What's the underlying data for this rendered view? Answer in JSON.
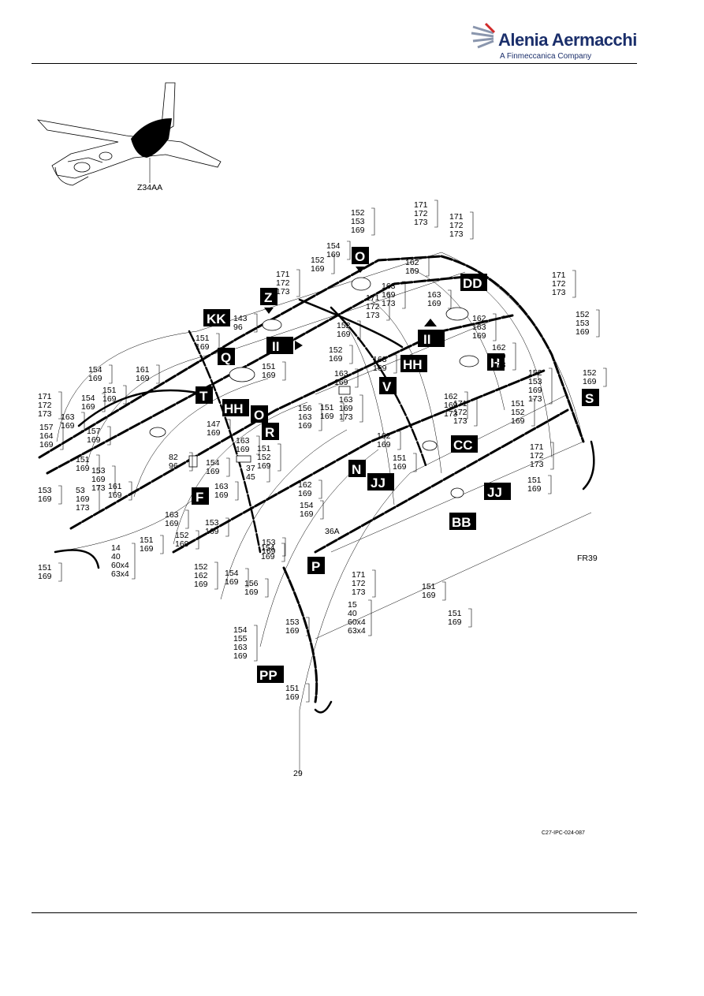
{
  "header": {
    "brand": "Alenia Aermacchi",
    "subtitle": "A Finmeccanica Company"
  },
  "locator": {
    "label": "Z34AA"
  },
  "frames": {
    "fwd": "29",
    "aft": "FR39",
    "mid": "36A"
  },
  "figure_ref": "C27-IPC-024-087",
  "callouts": [
    {
      "text": "152\n153\n169"
    },
    {
      "text": "171\n172\n173"
    },
    {
      "text": "171\n172\n173"
    },
    {
      "text": "154\n169"
    },
    {
      "text": "152\n169"
    },
    {
      "text": "162\n169"
    },
    {
      "text": "171\n172\n173"
    },
    {
      "text": "163\n169\n173"
    },
    {
      "text": "171\n172\n173"
    },
    {
      "text": "163\n169"
    },
    {
      "text": "171\n172\n173"
    },
    {
      "text": "152\n153\n169"
    },
    {
      "text": "143\n96"
    },
    {
      "text": "152\n169"
    },
    {
      "text": "162\n163\n169"
    },
    {
      "text": "151\n169"
    },
    {
      "text": "152\n169"
    },
    {
      "text": "162\n169\n173"
    },
    {
      "text": "163\n169"
    },
    {
      "text": "152\n153\n169\n173"
    },
    {
      "text": "152\n169"
    },
    {
      "text": "154\n169"
    },
    {
      "text": "161\n169"
    },
    {
      "text": "151\n169"
    },
    {
      "text": "163\n169"
    },
    {
      "text": "162\n169\n173"
    },
    {
      "text": "154\n169"
    },
    {
      "text": "151\n169"
    },
    {
      "text": "151\n152\n169"
    },
    {
      "text": "171\n172\n173"
    },
    {
      "text": "171\n172\n173"
    },
    {
      "text": "163\n169"
    },
    {
      "text": "156\n163\n169"
    },
    {
      "text": "163\n169\n173"
    },
    {
      "text": "157\n164\n169"
    },
    {
      "text": "157\n169"
    },
    {
      "text": "147\n169"
    },
    {
      "text": "151\n169"
    },
    {
      "text": "162\n169"
    },
    {
      "text": "171\n172\n173"
    },
    {
      "text": "163\n169"
    },
    {
      "text": "82\n96"
    },
    {
      "text": "154\n169"
    },
    {
      "text": "151\n152\n169"
    },
    {
      "text": "151\n169"
    },
    {
      "text": "151\n169"
    },
    {
      "text": "153\n169\n173"
    },
    {
      "text": "161\n169"
    },
    {
      "text": "37\n45"
    },
    {
      "text": "151\n169"
    },
    {
      "text": "153\n169"
    },
    {
      "text": "53\n169\n173"
    },
    {
      "text": "163\n169"
    },
    {
      "text": "162\n169"
    },
    {
      "text": "154\n169"
    },
    {
      "text": "163\n169"
    },
    {
      "text": "153\n169"
    },
    {
      "text": "152\n169"
    },
    {
      "text": "153\n169"
    },
    {
      "text": "14\n40\n60x4\n63x4"
    },
    {
      "text": "151\n169"
    },
    {
      "text": "154\n169"
    },
    {
      "text": "151\n169"
    },
    {
      "text": "152\n162\n169"
    },
    {
      "text": "154\n169"
    },
    {
      "text": "156\n169"
    },
    {
      "text": "171\n172\n173"
    },
    {
      "text": "151\n169"
    },
    {
      "text": "15\n40\n60x4\n63x4"
    },
    {
      "text": "153\n169"
    },
    {
      "text": "151\n169"
    },
    {
      "text": "154\n155\n163\n169"
    },
    {
      "text": "151\n169"
    }
  ],
  "view_letters": [
    "O",
    "Z",
    "KK",
    "II",
    "Q",
    "DD",
    "II",
    "H",
    "HH",
    "V",
    "T",
    "HH",
    "O",
    "R",
    "S",
    "N",
    "CC",
    "F",
    "JJ",
    "JJ",
    "BB",
    "P",
    "PP"
  ]
}
